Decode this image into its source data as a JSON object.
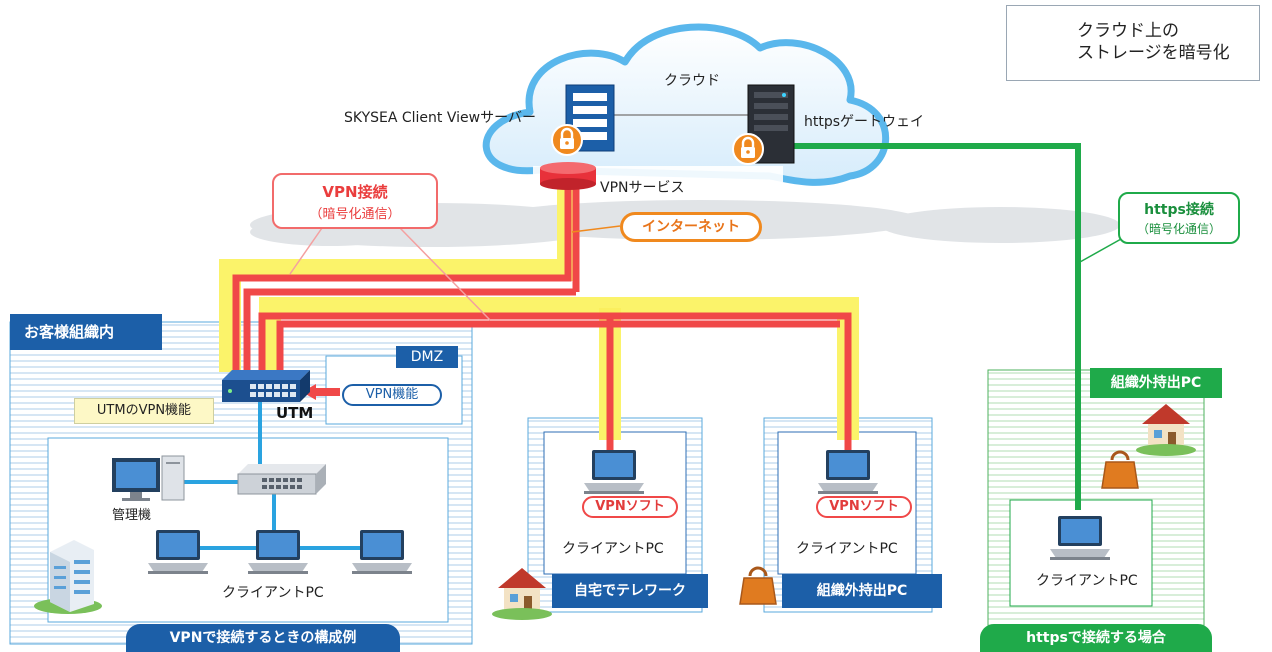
{
  "legend": {
    "text": "クラウド上の\nストレージを暗号化",
    "icon": "lock-icon"
  },
  "cloud": {
    "title": "クラウド",
    "server_label": "SKYSEA Client Viewサーバー",
    "gateway_label": "httpsゲートウェイ",
    "vpn_service_label": "VPNサービス"
  },
  "internet_label": "インターネット",
  "vpn_callout": {
    "title": "VPN接続",
    "sub": "（暗号化通信）"
  },
  "https_callout": {
    "title": "https接続",
    "sub": "（暗号化通信）"
  },
  "office": {
    "title": "お客様組織内",
    "dmz": "DMZ",
    "vpn_function": "VPN機能",
    "utm_vpn_label": "UTMのVPN機能",
    "utm": "UTM",
    "admin_pc": "管理機",
    "clients": "クライアントPC",
    "caption": "VPNで接続するときの構成例"
  },
  "telework": {
    "client": "クライアントPC",
    "software": "VPNソフト",
    "title": "自宅でテレワーク"
  },
  "carryout": {
    "client": "クライアントPC",
    "software": "VPNソフト",
    "title": "組織外持出PC"
  },
  "https_side": {
    "title": "組織外持出PC",
    "client": "クライアントPC",
    "caption": "httpsで接続する場合"
  },
  "colors": {
    "vpn_line": "#f04848",
    "vpn_glow": "#fdf87a",
    "https_line": "#1faa4a",
    "navy": "#1c5fa8",
    "lock": "#f0891e"
  }
}
